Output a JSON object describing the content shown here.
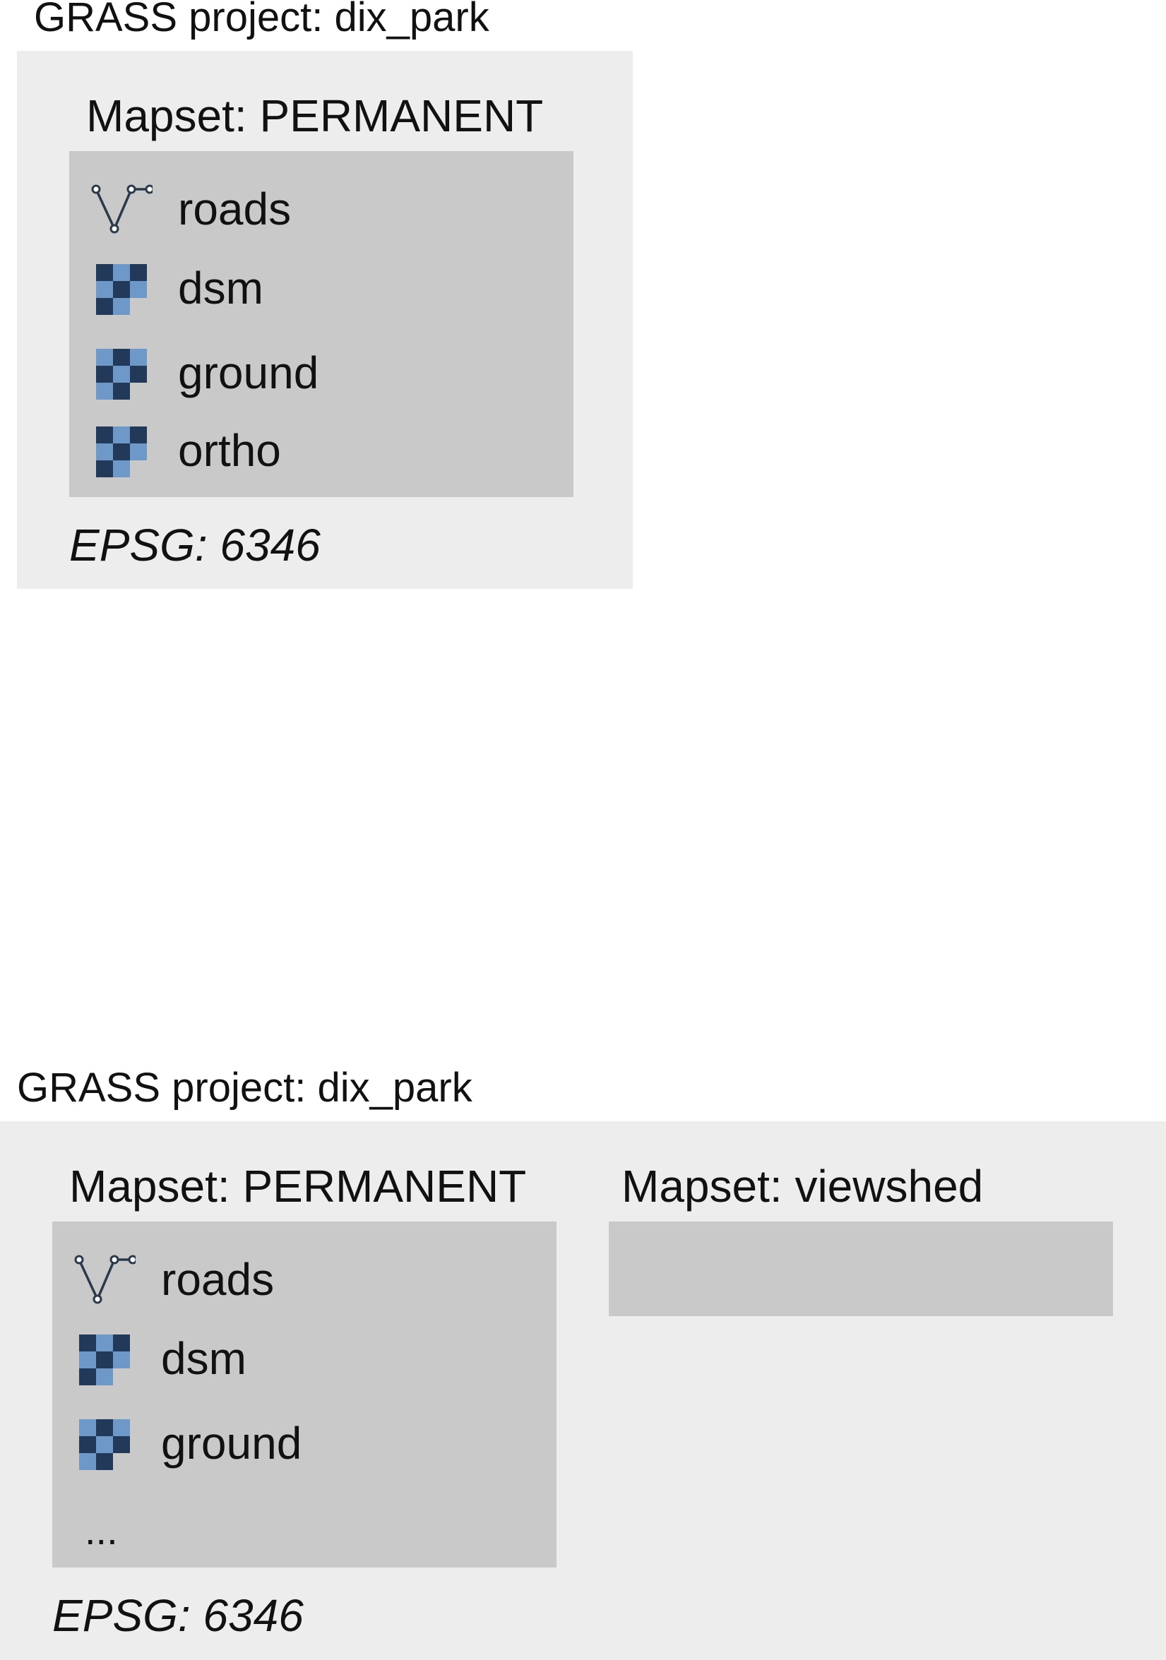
{
  "top": {
    "project_title": "GRASS project: dix_park",
    "mapset": {
      "title": "Mapset: PERMANENT",
      "items": [
        {
          "label": "roads",
          "icon": "vector-icon"
        },
        {
          "label": "dsm",
          "icon": "raster-icon"
        },
        {
          "label": "ground",
          "icon": "raster-icon"
        },
        {
          "label": "ortho",
          "icon": "raster-icon"
        }
      ]
    },
    "epsg": "EPSG: 6346"
  },
  "bottom": {
    "project_title": "GRASS project: dix_park",
    "mapset_permanent": {
      "title": "Mapset: PERMANENT",
      "items": [
        {
          "label": "roads",
          "icon": "vector-icon"
        },
        {
          "label": "dsm",
          "icon": "raster-icon"
        },
        {
          "label": "ground",
          "icon": "raster-icon"
        }
      ],
      "more": "..."
    },
    "mapset_viewshed": {
      "title": "Mapset: viewshed"
    },
    "epsg": "EPSG: 6346"
  },
  "colors": {
    "project_box": "#ededed",
    "mapset_box": "#c9c9c9",
    "raster_dark": "#22395a",
    "raster_light": "#6e98c8",
    "vector_stroke": "#2b3a4a"
  }
}
